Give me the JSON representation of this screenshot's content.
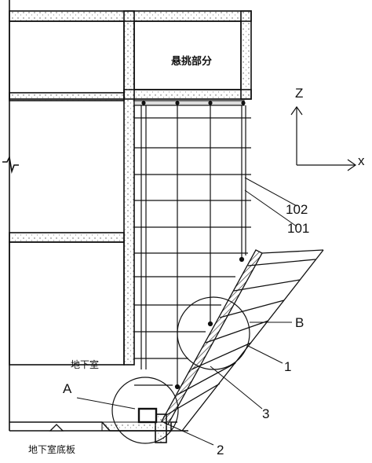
{
  "texts": {
    "cantilever_part": "悬挑部分",
    "basement": "地下室",
    "basement_floor_slab": "地下室底板"
  },
  "axes": {
    "z": "Z",
    "x": "x"
  },
  "callouts": {
    "c102": "102",
    "c101": "101",
    "cB": "B",
    "c1": "1",
    "c3": "3",
    "c2": "2",
    "cA": "A"
  },
  "colors": {
    "line": "#111111",
    "hatch": "#555555",
    "background": "#ffffff"
  }
}
